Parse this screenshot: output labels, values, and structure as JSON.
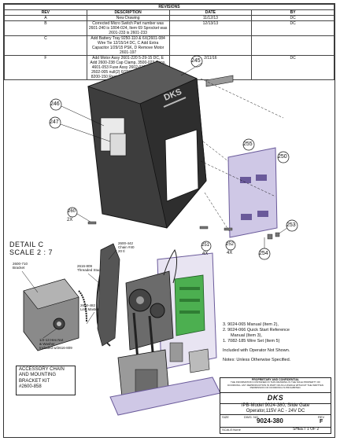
{
  "revisions": {
    "title": "REVISIONS",
    "headers": {
      "rev": "REV",
      "description": "DESCRIPTION",
      "date": "DATE",
      "by": "BY"
    },
    "rows": [
      {
        "rev": "A",
        "description": "New Drawing",
        "date": "11/12/13",
        "by": "DC"
      },
      {
        "rev": "B",
        "description": "Corrected Micro Switch Part number was 2601-240 is 1804-024, Item 69 Sprocket was 2601-233 is 2601-233",
        "date": "12/13/13",
        "by": "DC"
      },
      {
        "rev": "C",
        "description": "Add Battery Tray 9250-110 & 6X(2601-084 Wire Tie 12/15/14 DC, C Add Extra Capacitor 1/29/15 PSK, D Remove Motor 2601-197",
        "date": "",
        "by": ""
      },
      {
        "rev": "F",
        "description": "Add Motor Assy 2601-220 5-29-15 DC, E Add 2600-238 Cap Clamp, 3500-023 Caps, 4601-053 Fuse Assy 2602-030 Heat sink, 2602-005 null(2) 6/29/15 DC/DC, F Added 8200-150 Resistor Kit UL325 12/1/16 PSK",
        "date": "2/11/16",
        "by": "DC"
      }
    ]
  },
  "callouts": {
    "c245": "245",
    "c246": "246",
    "c247": "247",
    "c255": "255",
    "c250": "250",
    "c260": "260",
    "c260_qty": "2X",
    "c253": "253",
    "c251": "251",
    "c251_qty": "4X",
    "c252": "252",
    "c252_qty": "4X",
    "c254": "254"
  },
  "detail": {
    "title_line1": "DETAIL C",
    "title_line2": "SCALE 2 : 7",
    "l2600_710": "2600-710",
    "l2600_710b": "Bracket",
    "l2616_809": "2616-809",
    "l2616_809b": "Threaded Stud",
    "l2600_442": "2600-442",
    "l2600_442b": "Chain #40",
    "l2600_442c": "20 tl",
    "l2600_482": "2600-482",
    "l2600_482b": "Link Master",
    "nut_1": "1/2-13 Hex Nut",
    "nut_2": "& Washer",
    "nut_3": "Included w/2616-809"
  },
  "kit": {
    "line1": "ACCESSORY CHAIN",
    "line2": "AND MOUNTING",
    "line3": "BRACKET KIT",
    "line4": "#2600-858"
  },
  "notes": {
    "n1": "3. 9024-065   Manual (Item 2),",
    "n2": "2. 9024-066   Quick Start Reference",
    "n3": "Manual (Item 3),",
    "n4": "1. 7082-185 Wire Set (Item 5)",
    "n5": "Included with Operator Not Shown.",
    "n6": "Notes: Unless Otherwise Specified."
  },
  "title_block": {
    "prop_title": "PROPRIETARY AND CONFIDENTIAL",
    "prop_text": "THE INFORMATION CONTAINED IN THIS DRAWING IS THE SOLE PROPERTY OF DOORKING. ANY REPRODUCTION IN PART OR AS A WHOLE WITHOUT THE WRITTEN PERMISSION OF DOORKING IS PROHIBITED.",
    "logo": "DKS",
    "title1": "IPB-Model 9024-380, Slide Gate",
    "title2": "Operator,115V AC - 24V DC",
    "size_label": "SIZE",
    "dwg_label": "DWG. NO.",
    "dwg_no": "9024-380",
    "rev_label": "REV",
    "rev": "F",
    "scale_label": "SCALE:None",
    "sheet": "SHEET 1 OF 2"
  },
  "colors": {
    "cover": "#3d3d3d",
    "cover_light": "#5a5a5a",
    "board_green": "#4caf50",
    "panel_purple": "#cfc8e6",
    "purple_line": "#6a5a9a"
  }
}
